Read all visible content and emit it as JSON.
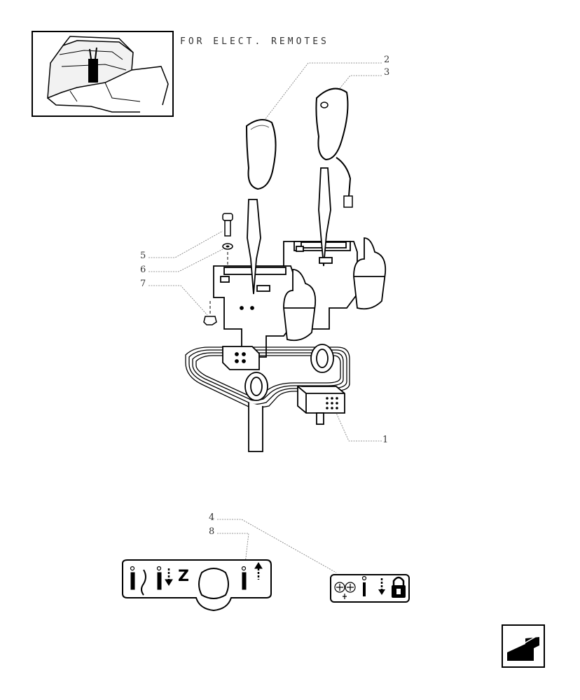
{
  "header": {
    "note": "FOR ELECT. REMOTES"
  },
  "callouts": {
    "c1": "1",
    "c2": "2",
    "c3": "3",
    "c4": "4",
    "c5": "5",
    "c6": "6",
    "c7": "7",
    "c8": "8"
  },
  "decal_left": {
    "letter": "Z"
  },
  "icons": {
    "nav": "arrow-back-icon",
    "locator": "cab-locator-thumbnail",
    "decal_hydraulic": "hydraulic-remote-decal",
    "decal_lock": "lock-float-decal"
  }
}
